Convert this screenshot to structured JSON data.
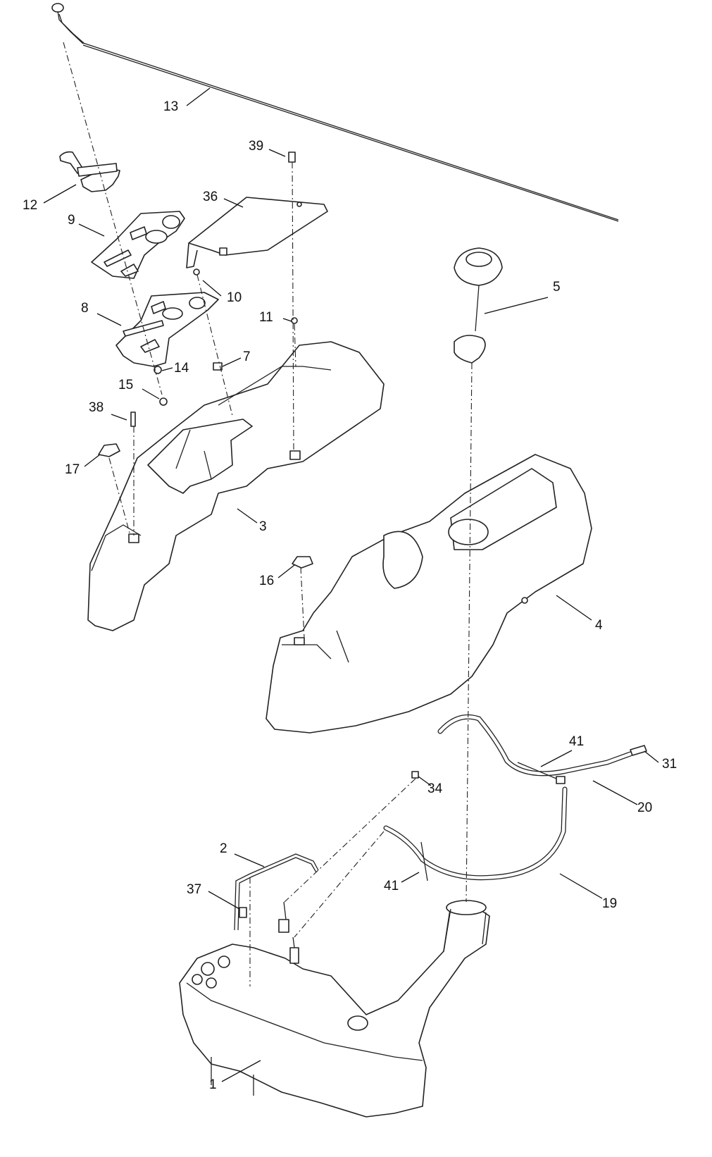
{
  "diagram": {
    "type": "exploded-parts-view",
    "callouts": [
      {
        "id": "c1",
        "label": "1"
      },
      {
        "id": "c2",
        "label": "2"
      },
      {
        "id": "c3",
        "label": "3"
      },
      {
        "id": "c4",
        "label": "4"
      },
      {
        "id": "c5",
        "label": "5"
      },
      {
        "id": "c7",
        "label": "7"
      },
      {
        "id": "c8",
        "label": "8"
      },
      {
        "id": "c9",
        "label": "9"
      },
      {
        "id": "c10",
        "label": "10"
      },
      {
        "id": "c11",
        "label": "11"
      },
      {
        "id": "c12",
        "label": "12"
      },
      {
        "id": "c13",
        "label": "13"
      },
      {
        "id": "c14",
        "label": "14"
      },
      {
        "id": "c15",
        "label": "15"
      },
      {
        "id": "c16",
        "label": "16"
      },
      {
        "id": "c17",
        "label": "17"
      },
      {
        "id": "c19",
        "label": "19"
      },
      {
        "id": "c20",
        "label": "20"
      },
      {
        "id": "c31",
        "label": "31"
      },
      {
        "id": "c34",
        "label": "34"
      },
      {
        "id": "c36",
        "label": "36"
      },
      {
        "id": "c37",
        "label": "37"
      },
      {
        "id": "c38",
        "label": "38"
      },
      {
        "id": "c39",
        "label": "39"
      },
      {
        "id": "c41a",
        "label": "41"
      },
      {
        "id": "c41b",
        "label": "41"
      }
    ]
  }
}
